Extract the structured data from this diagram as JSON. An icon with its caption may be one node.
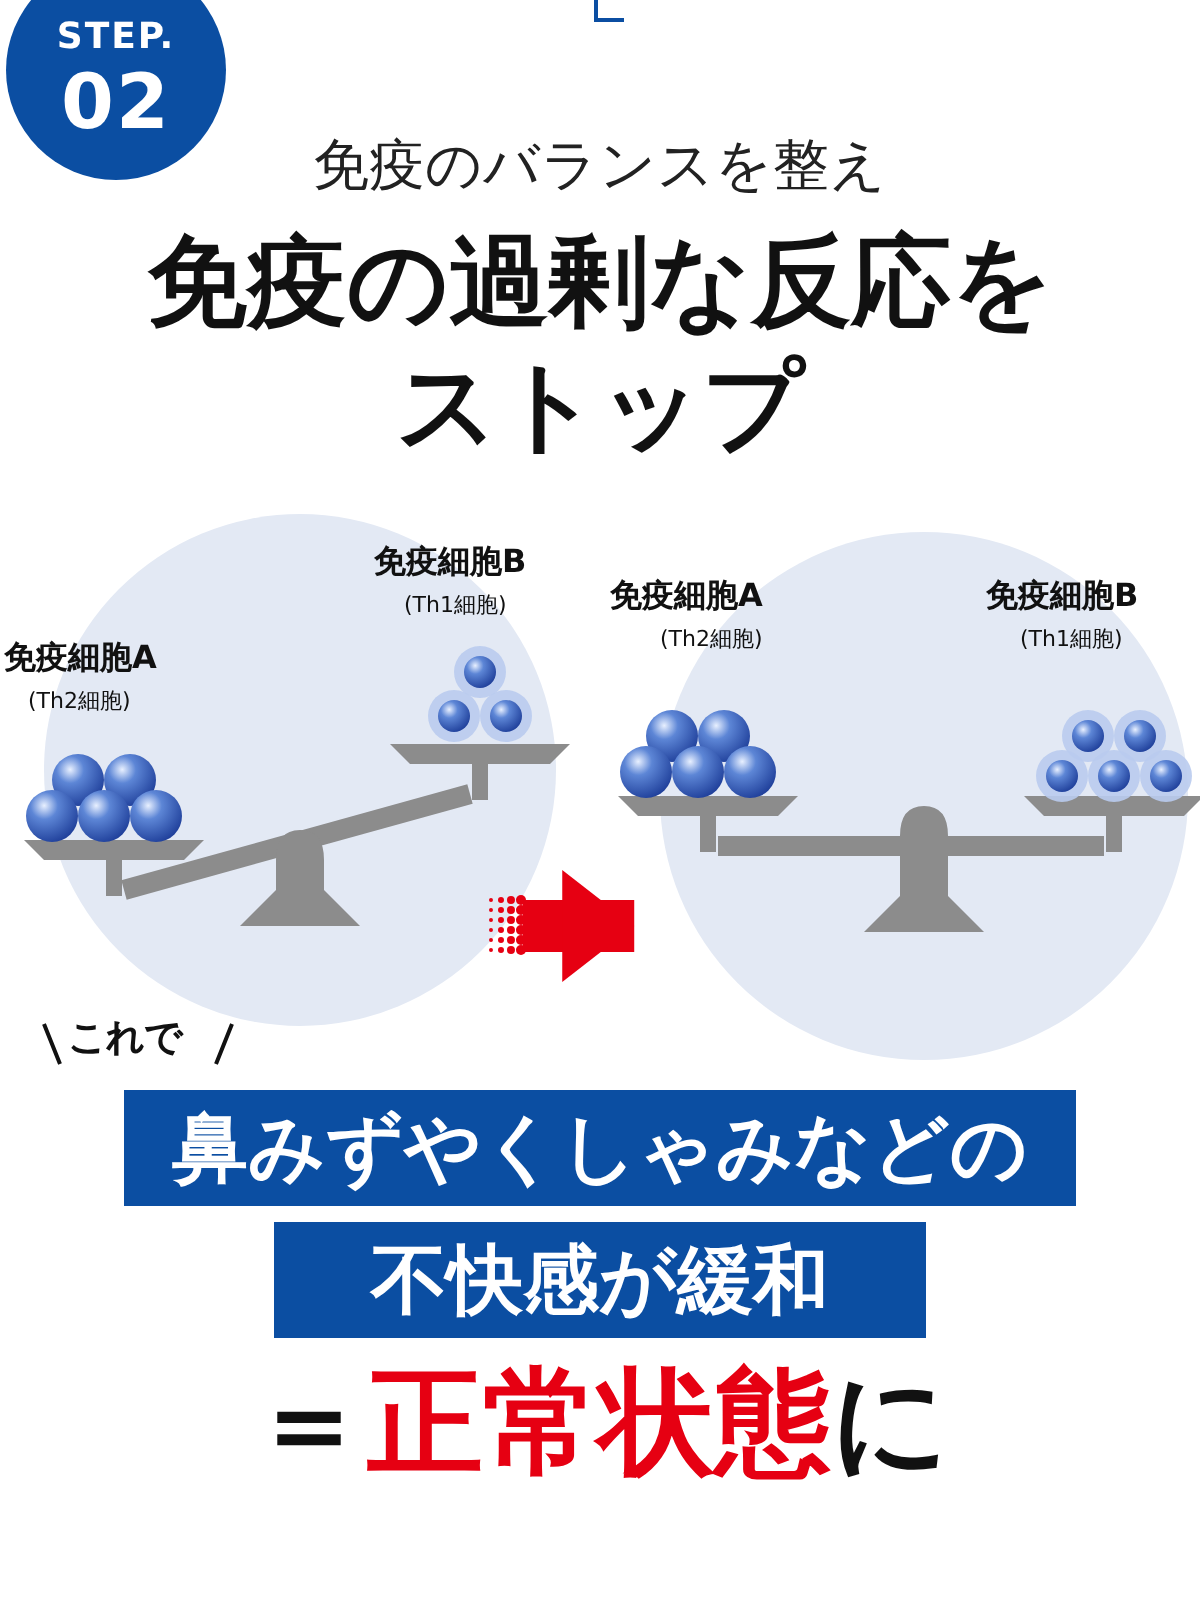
{
  "diagram": {
    "title": "免疫の過剰な反応をストップ",
    "nodes": [
      {
        "text": [
          "免疫細胞A",
          "(Th2細胞)",
          "免疫細胞B",
          "(Th1細胞)"
        ]
      },
      {
        "text": [
          "免疫細胞A",
          "(Th2細胞)",
          "免疫細胞B",
          "(Th1細胞)"
        ]
      }
    ],
    "edges": [
      {
        "from": 0,
        "to": 1,
        "arrow": "to"
      }
    ],
    "labels": [
      "STEP.",
      "02",
      "免疫のバランスを整え",
      "これで",
      "鼻みずやくしゃみなどの",
      "不快感が緩和",
      "＝",
      "正常状態",
      "に"
    ]
  }
}
